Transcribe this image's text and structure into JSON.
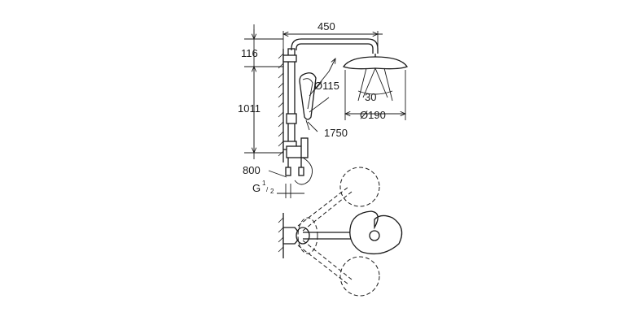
{
  "dimensions": {
    "width_top": "450",
    "head_offset": "116",
    "rail_height": "1011",
    "hand_diameter": "Ø115",
    "head_angle": "30",
    "head_diameter": "Ø190",
    "hose_length": "1750",
    "inlet_offset": "800",
    "thread_main": "G",
    "thread_num": "1",
    "thread_den": "2"
  }
}
